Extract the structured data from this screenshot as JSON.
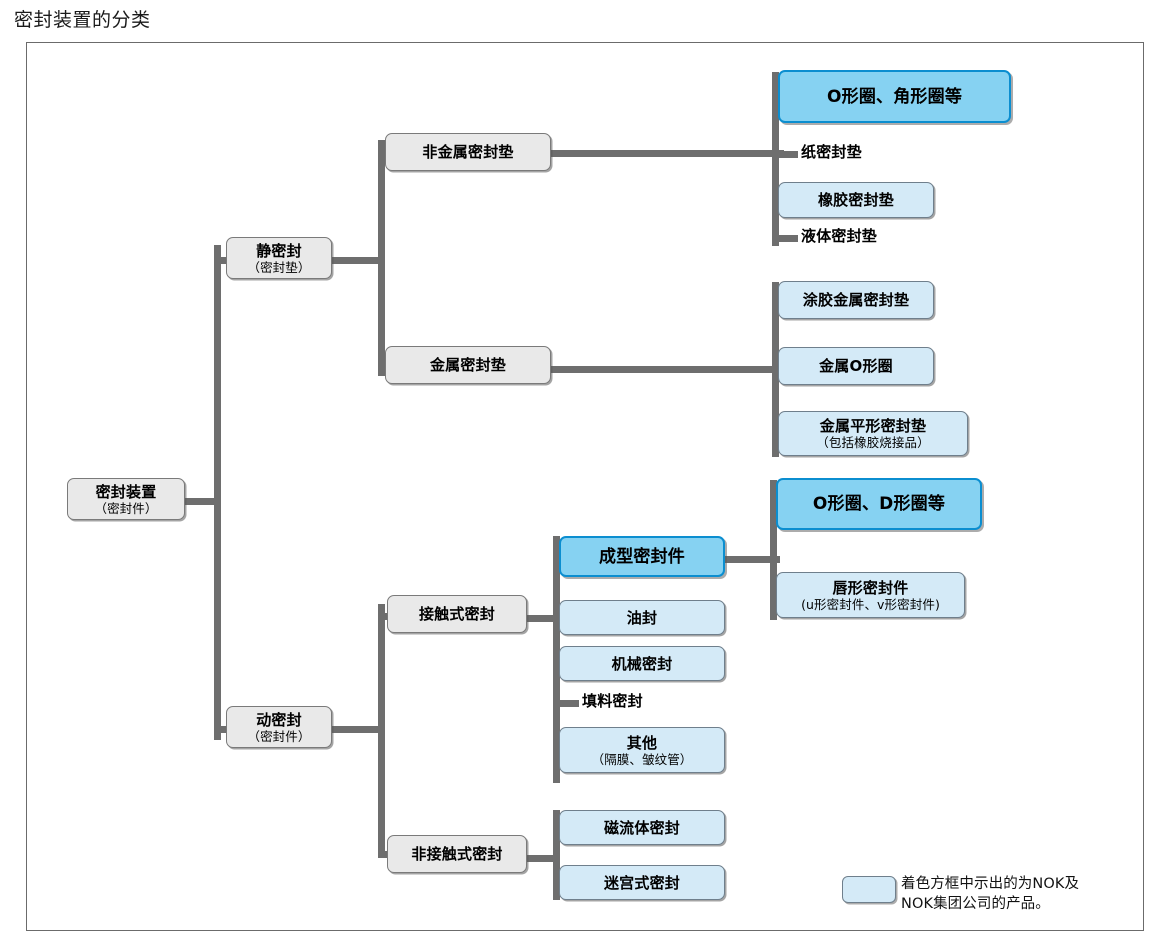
{
  "page": {
    "title": "密封装置的分类"
  },
  "colors": {
    "highlight_fill": "#86d2f2",
    "highlight_border": "#0b8ed0",
    "product_fill": "#d4eaf7",
    "product_border": "#6f7f8c",
    "structural_fill": "#e9e9e9",
    "structural_border": "#7a7a7a",
    "connector": "#6e6e6e",
    "frame_border": "#6b6b6b"
  },
  "nodes": {
    "root": {
      "label": "密封装置",
      "sublabel": "（密封件）"
    },
    "static": {
      "label": "静密封",
      "sublabel": "（密封垫）"
    },
    "dynamic": {
      "label": "动密封",
      "sublabel": "（密封件）"
    },
    "nonmetal_gasket": {
      "label": "非金属密封垫",
      "sublabel": ""
    },
    "metal_gasket": {
      "label": "金属密封垫",
      "sublabel": ""
    },
    "contact": {
      "label": "接触式密封",
      "sublabel": ""
    },
    "noncontact": {
      "label": "非接触式密封",
      "sublabel": ""
    },
    "o_ring_square": {
      "label": "O形圈、角形圈等",
      "sublabel": ""
    },
    "paper_gasket": {
      "label": "纸密封垫",
      "sublabel": ""
    },
    "rubber_gasket": {
      "label": "橡胶密封垫",
      "sublabel": ""
    },
    "liquid_gasket": {
      "label": "液体密封垫",
      "sublabel": ""
    },
    "coated_metal": {
      "label": "涂胶金属密封垫",
      "sublabel": ""
    },
    "metal_o_ring": {
      "label": "金属O形圈",
      "sublabel": ""
    },
    "metal_flat": {
      "label": "金属平形密封垫",
      "sublabel": "（包括橡胶烧接品）"
    },
    "molded_seal": {
      "label": "成型密封件",
      "sublabel": ""
    },
    "o_ring_d_ring": {
      "label": "O形圈、D形圈等",
      "sublabel": ""
    },
    "lip_seal": {
      "label": "唇形密封件",
      "sublabel": "(u形密封件、v形密封件)"
    },
    "oil_seal": {
      "label": "油封",
      "sublabel": ""
    },
    "mechanical_seal": {
      "label": "机械密封",
      "sublabel": ""
    },
    "packing_seal": {
      "label": "填料密封",
      "sublabel": ""
    },
    "other_seal": {
      "label": "其他",
      "sublabel": "（隔膜、皱纹管）"
    },
    "magnetic_fluid": {
      "label": "磁流体密封",
      "sublabel": ""
    },
    "labyrinth": {
      "label": "迷宫式密封",
      "sublabel": ""
    }
  },
  "legend": {
    "note": "着色方框中示出的为NOK及\nNOK集团公司的产品。"
  }
}
